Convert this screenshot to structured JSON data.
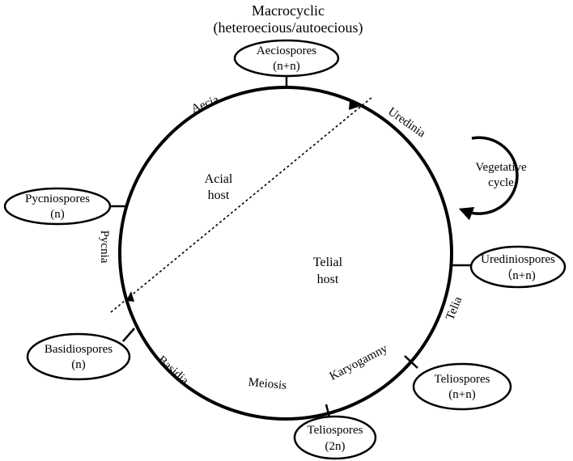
{
  "title": {
    "line1": "Macrocyclic",
    "line2": "(heteroecious/autoecious)"
  },
  "spores": {
    "aeciospores": {
      "line1": "Aeciospores",
      "line2": "(n+n)"
    },
    "pycniospores": {
      "line1": "Pycniospores",
      "line2": "(n)"
    },
    "urediniospores": {
      "line1": "Urediniospores",
      "line2": "（n+n)"
    },
    "basidiospores": {
      "line1": "Basidiospores",
      "line2": "(n)"
    },
    "teliospores_nn": {
      "line1": "Teliospores",
      "line2": "(n+n)"
    },
    "teliospores_2n": {
      "line1": "Teliospores",
      "line2": "(2n)"
    }
  },
  "stages": {
    "aecia": "Aecia",
    "uredinia": "Uredinia",
    "pycnia": "Pycnia",
    "telia": "Telia",
    "basidia": "Basidia",
    "meiosis": "Meiosis",
    "karyogamy": "Karyogamny"
  },
  "hosts": {
    "acial": {
      "line1": "Acial",
      "line2": "host"
    },
    "telial": {
      "line1": "Telial",
      "line2": "host"
    }
  },
  "vegetative": {
    "line1": "Vegetative",
    "line2": "cycle"
  },
  "colors": {
    "stroke": "#000000",
    "background": "#ffffff"
  }
}
